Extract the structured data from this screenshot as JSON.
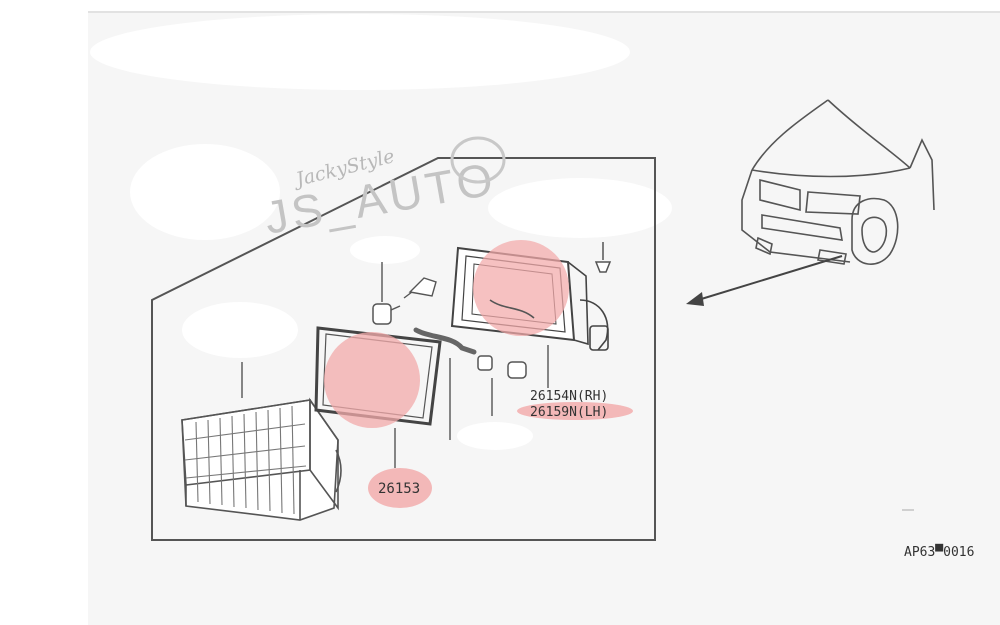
{
  "watermark": {
    "script_text": "JackyStyle",
    "brand_text": "JS_AUTO"
  },
  "labels": {
    "part_26153": "26153",
    "part_rh": "26154N(RH)",
    "part_lh": "26159N(LH)",
    "diagram_code": "AP63▀0016"
  },
  "colors": {
    "highlight": "#f2a9a9",
    "line": "#555555"
  }
}
